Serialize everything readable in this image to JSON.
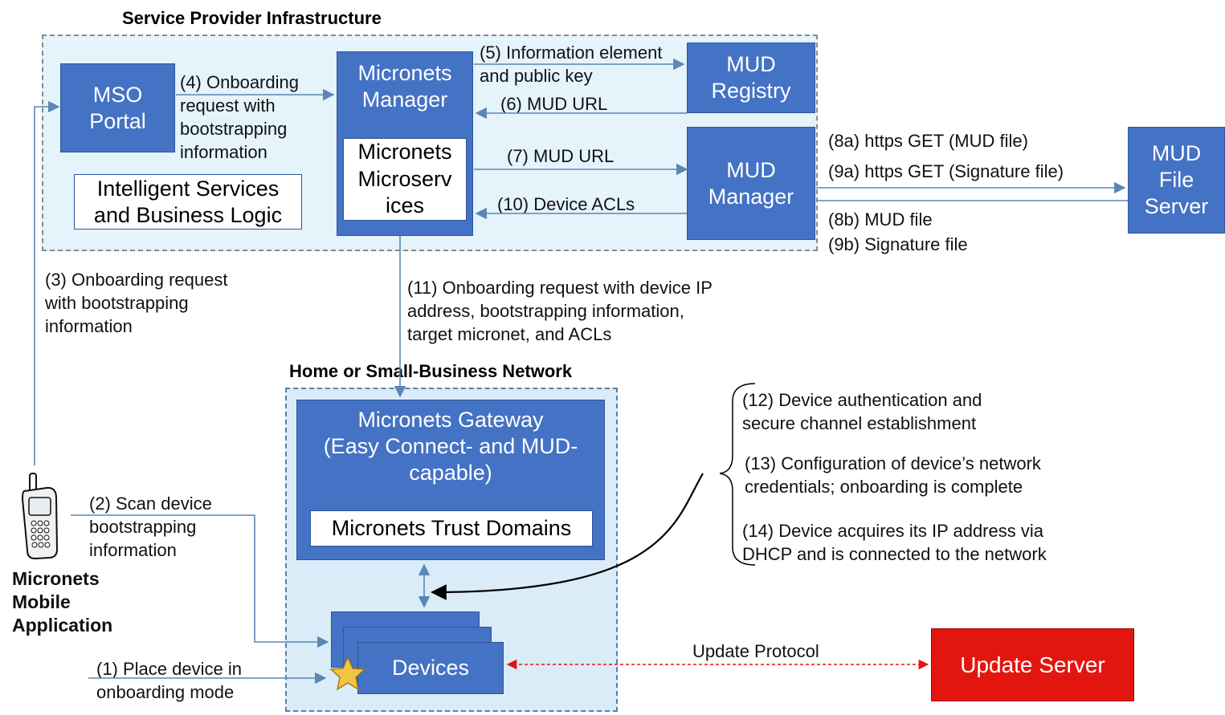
{
  "regions": {
    "service_provider": "Service Provider Infrastructure",
    "home_network": "Home or Small-Business Network"
  },
  "boxes": {
    "mso_portal": "MSO\nPortal",
    "intelligent_services": "Intelligent Services\nand Business Logic",
    "micronets_manager": "Micronets\nManager",
    "micronets_microservices": "Micronets\nMicroserv\nices",
    "mud_registry": "MUD\nRegistry",
    "mud_manager": "MUD\nManager",
    "mud_file_server": "MUD\nFile\nServer",
    "micronets_gateway": "Micronets Gateway\n(Easy Connect- and MUD-\ncapable)",
    "trust_domains": "Micronets Trust Domains",
    "devices": "Devices",
    "update_server": "Update Server"
  },
  "labels": {
    "step1": "(1) Place device in\nonboarding mode",
    "step2": "(2) Scan device\nbootstrapping\ninformation",
    "step3": "(3) Onboarding request\nwith bootstrapping\ninformation",
    "step4": "(4) Onboarding\nrequest with\nbootstrapping\ninformation",
    "step5": "(5) Information element\nand public key",
    "step6": "(6) MUD URL",
    "step7": "(7) MUD URL",
    "step8a": "(8a) https GET (MUD file)",
    "step9a": "(9a) https GET (Signature file)",
    "step8b": "(8b) MUD file",
    "step9b": "(9b) Signature file",
    "step10": "(10) Device ACLs",
    "step11": "(11) Onboarding request with device IP\naddress, bootstrapping information,\ntarget micronet, and ACLs",
    "step12": "(12) Device authentication and\nsecure channel establishment",
    "step13": "(13) Configuration of device’s network\ncredentials; onboarding is complete",
    "step14": "(14) Device acquires its IP address via\nDHCP and is connected to the network",
    "update_protocol": "Update Protocol",
    "mobile_app": "Micronets\nMobile\nApplication"
  },
  "icons": {
    "phone": "mobile-phone-icon",
    "star": "star-icon"
  },
  "colors": {
    "box_blue": "#4472c4",
    "sp_region": "#e5f3fb",
    "home_region": "#d9ecf8",
    "update_server": "#e3160f",
    "arrow": "#5b87b5"
  }
}
